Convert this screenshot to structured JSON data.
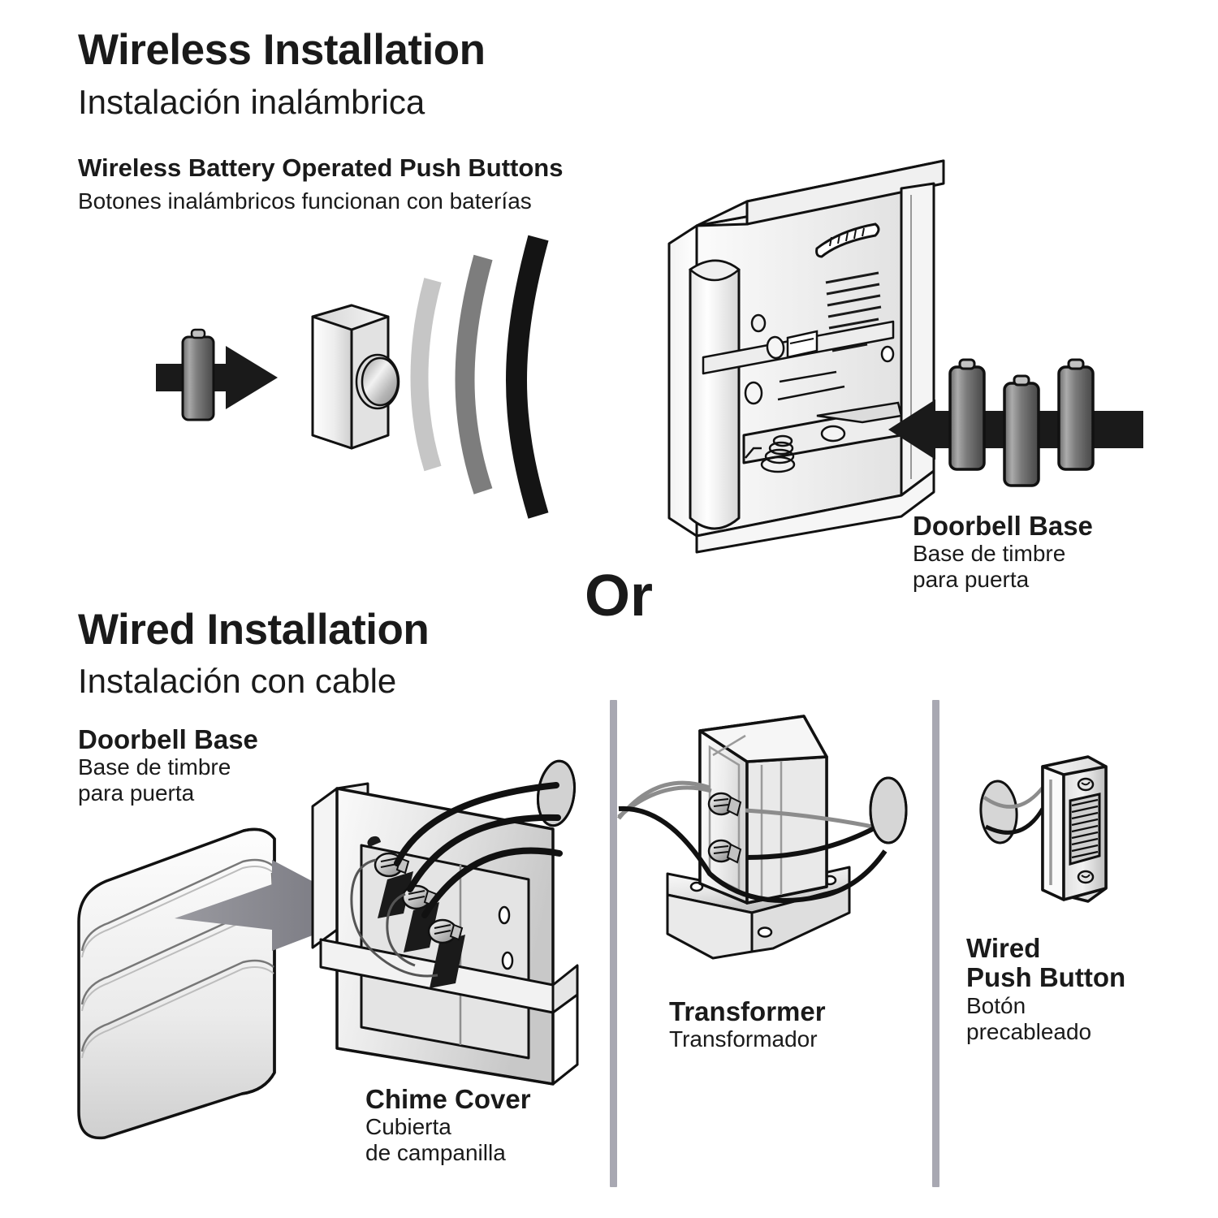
{
  "page": {
    "background": "#ffffff",
    "ink": "#1a1a1a",
    "divider_color": "#a8a8b2"
  },
  "sections": {
    "wireless": {
      "title_en": "Wireless Installation",
      "title_es": "Instalación inalámbrica",
      "subtitle_en": "Wireless Battery Operated Push Buttons",
      "subtitle_es": "Botones inalámbricos funcionan con baterías"
    },
    "wired": {
      "title_en": "Wired Installation",
      "title_es": "Instalación con cable"
    }
  },
  "connector": {
    "or_label": "Or"
  },
  "labels": {
    "doorbell_base_top": {
      "title": "Doorbell Base",
      "line1": "Base de timbre",
      "line2": "para puerta"
    },
    "doorbell_base_wired": {
      "title": "Doorbell Base",
      "line1": "Base de timbre",
      "line2": "para puerta"
    },
    "chime_cover": {
      "title": "Chime Cover",
      "line1": "Cubierta",
      "line2": "de campanilla"
    },
    "transformer": {
      "title": "Transformer",
      "line1": "Transformador"
    },
    "wired_push_button": {
      "title_line1": "Wired",
      "title_line2": "Push Button",
      "line1": "Botón",
      "line2": "precableado"
    }
  },
  "illustrations": {
    "battery_arrow_left": {
      "name": "battery-into-push-button-arrow",
      "direction": "right",
      "battery_count": 1,
      "arrow_color": "#1a1a1a"
    },
    "wireless_push_button": {
      "name": "wireless-push-button",
      "button_shape": "oval"
    },
    "signal_waves": {
      "name": "wireless-signal-waves",
      "arc_count": 3,
      "colors": [
        "#c6c6c6",
        "#7d7d7d",
        "#141414"
      ]
    },
    "doorbell_base_unit": {
      "name": "doorbell-base-open-chime",
      "features": [
        "vent-grille",
        "battery-compartment",
        "spring-contact",
        "mounting-holes"
      ]
    },
    "battery_arrow_right": {
      "name": "batteries-into-doorbell-base-arrow",
      "direction": "left",
      "battery_count": 3,
      "arrow_color": "#1a1a1a"
    },
    "chime_cover_unit": {
      "name": "chime-cover-shell",
      "groove_count": 3
    },
    "insert_arrow": {
      "name": "chime-cover-insert-arrow",
      "direction": "right",
      "arrow_color": "#8c8c94"
    },
    "chime_base_plate": {
      "name": "chime-base-mounting-plate",
      "terminal_count": 3,
      "wire_count": 3
    },
    "transformer_unit": {
      "name": "transformer-with-bracket",
      "terminal_count": 2,
      "wire_count": 2
    },
    "wired_push_button_unit": {
      "name": "wired-push-button",
      "screw_count": 2,
      "wire_count": 2
    }
  }
}
